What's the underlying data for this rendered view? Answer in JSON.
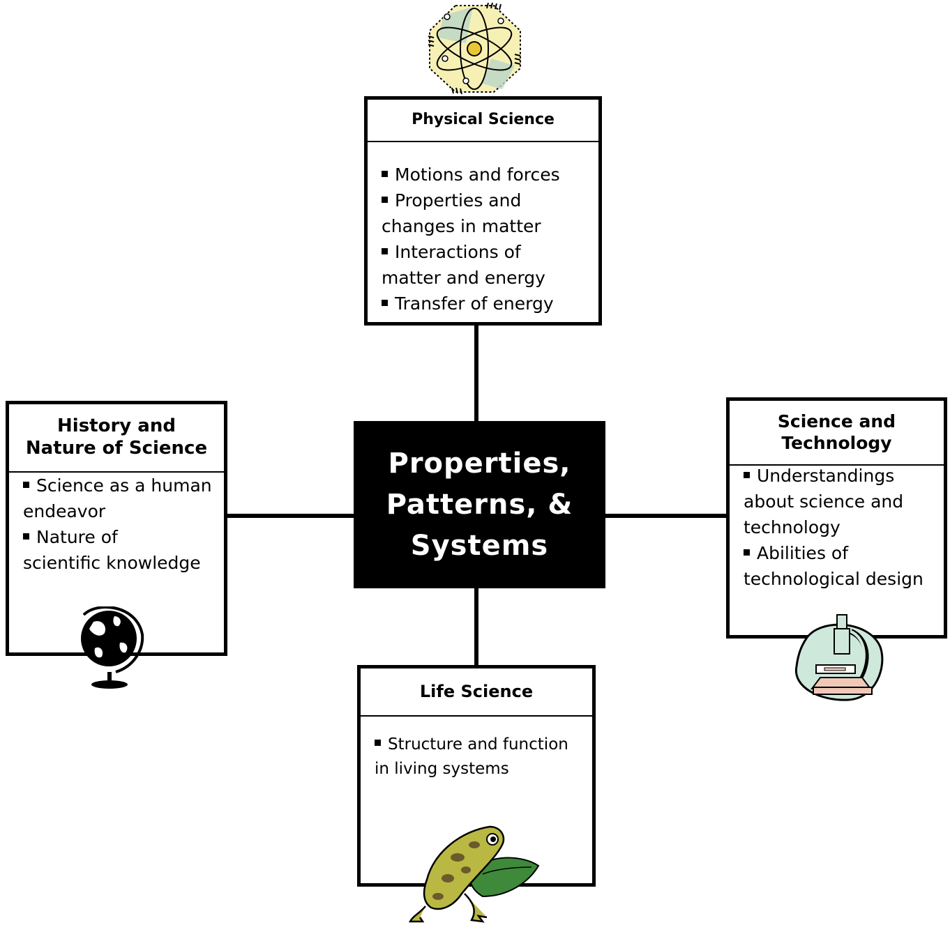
{
  "center": {
    "title_lines": [
      "Properties,",
      "Patterns, &",
      "Systems"
    ]
  },
  "boxes": {
    "physical": {
      "title": "Physical Science",
      "items": [
        [
          "Motions and forces"
        ],
        [
          "Properties and",
          "changes in matter"
        ],
        [
          "Interactions of",
          "matter and energy"
        ],
        [
          "Transfer of energy"
        ]
      ]
    },
    "history": {
      "title_lines": [
        "History and",
        "Nature of Science"
      ],
      "items": [
        [
          "Science as a human",
          "endeavor"
        ],
        [
          "Nature of",
          "scientific knowledge"
        ]
      ]
    },
    "technology": {
      "title_lines": [
        "Science and",
        "Technology"
      ],
      "items": [
        [
          "Understandings",
          "about science and",
          "technology"
        ],
        [
          "Abilities of",
          "technological design"
        ]
      ]
    },
    "life": {
      "title": "Life Science",
      "items": [
        [
          "Structure and function",
          "in living systems"
        ]
      ]
    }
  },
  "icons": {
    "physical": "atom-icon",
    "history": "globe-icon",
    "technology": "microscope-icon",
    "life": "frog-icon"
  },
  "colors": {
    "center_fill": "#000000",
    "center_text": "#ffffff",
    "atom_background": "#f7f0b4",
    "atom_accent": "#b9d6c8",
    "microscope_blob": "#cfe8dc",
    "microscope_base": "#f0c8b8",
    "frog_body": "#b9b842",
    "frog_spots": "#6a5a2c",
    "leaf": "#3e8a3a"
  }
}
